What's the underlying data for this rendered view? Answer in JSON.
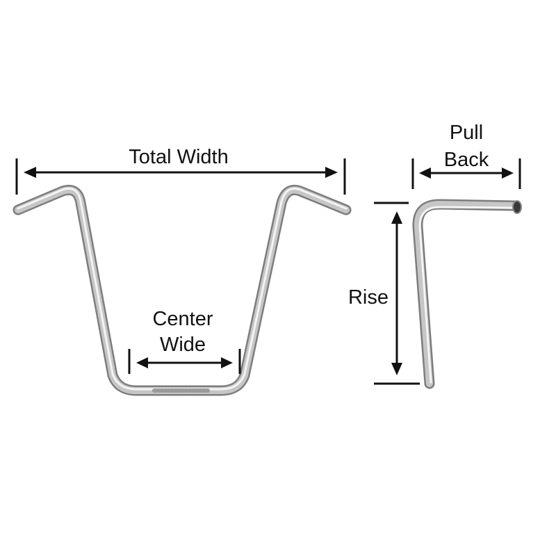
{
  "labels": {
    "total_width": "Total Width",
    "center_line1": "Center",
    "center_line2": "Wide",
    "pull_line1": "Pull",
    "pull_line2": "Back",
    "rise": "Rise"
  },
  "colors": {
    "ink": "#111111",
    "chrome_dark": "#8a8a8a",
    "chrome_mid": "#c4c4c4",
    "chrome_light": "#f2f2f2"
  }
}
